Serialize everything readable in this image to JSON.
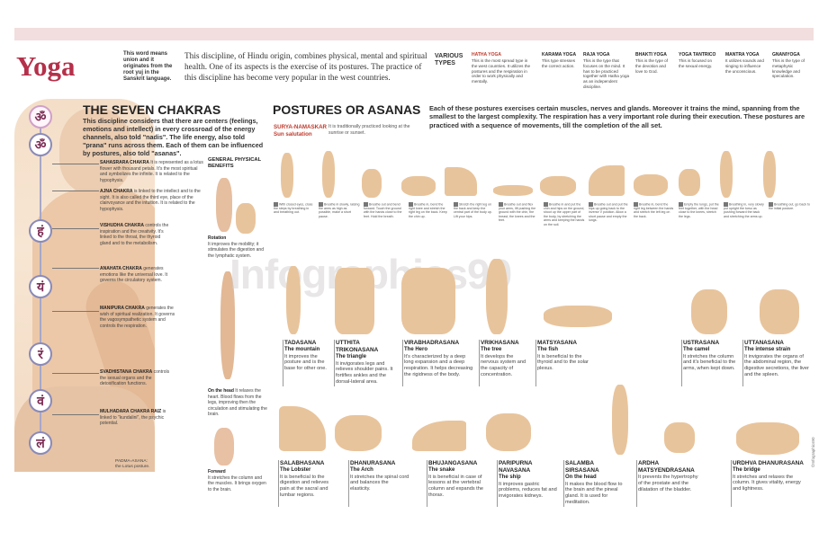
{
  "header": {
    "title": "Yoga",
    "note": "This word means union and it originates from the root yuj in the Sanskrit language.",
    "intro": "This discipline, of Hindu origin, combines physical, mental and spiritual health. One of its aspects is the exercise of its postures. The practice of this discipline has become very popular in the west countries."
  },
  "types": {
    "label": "VARIOUS TYPES",
    "items": [
      {
        "name": "HATHA YOGA",
        "desc": "This is the most spread type in the west countries. It utilizes the postures and the respiration in order to work physically and mentally."
      },
      {
        "name": "KARAMA YOGA",
        "desc": "This type stresses the correct action."
      },
      {
        "name": "RAJA YOGA",
        "desc": "This is the type that focuses on the mind. It has to be practiced together with Hatha yoga as an independent discipline."
      },
      {
        "name": "BHAKTI YOGA",
        "desc": "This is the type of the devotion and love to God."
      },
      {
        "name": "YOGA TANTRICO",
        "desc": "This is focused on the sexual energy."
      },
      {
        "name": "MANTRA YOGA",
        "desc": "It utilizes sounds and singing to influence the unconscious."
      },
      {
        "name": "GNANIYOGA",
        "desc": "This is the type of metaphysic knowledge and speculation."
      }
    ]
  },
  "chakras": {
    "heading": "THE SEVEN CHAKRAS",
    "desc": "This discipline considers that there are centers (feelings, emotions and intellect) in every crossroad of the energy channels, also told \"nadis\". The life energy, also told \"prana\" runs across them. Each of them can be influenced by postures, also told \"asanas\".",
    "items": [
      {
        "name": "SAHASRARA CHAKRA",
        "desc": "It is represented as a lotus flower with thousand petals. It's the most spiritual and symbolizes the infinite. It is related to the hypophysis."
      },
      {
        "name": "AJNA CHAKRA",
        "desc": "is linked to the intellect and to the sight. It is also called the third eye, place of the clairvoyance and the intuition. It is related to the hypophysis."
      },
      {
        "name": "VISHUDHA CHAKRA",
        "desc": "controls the inspiration and the creativity. It's linked to the throat, the thyroid gland and to the metabolism."
      },
      {
        "name": "ANAHATA CHAKRA",
        "desc": "generates emotions like the universal love. It governs the circulatory system."
      },
      {
        "name": "MANIPURA CHAKRA",
        "desc": "generates the wish of spiritual realization. It governs the vagosympathetic system and controls the respiration."
      },
      {
        "name": "SVADHISTANA CHAKRA",
        "desc": "controls the sexual organs and the detoxification functions."
      },
      {
        "name": "MULHADARA CHAKRA RAIZ",
        "desc": "is linked to \"kundalini\", the psychic potential."
      }
    ],
    "symbols": [
      "ॐ",
      "ॐ",
      "हं",
      "यं",
      "रं",
      "वं",
      "लं"
    ],
    "padma": "PADMA-ASANA: the Lotus posture."
  },
  "benefits": {
    "heading": "GENERAL PHYSICAL BENEFITS",
    "rotation": {
      "title": "Rotation",
      "desc": "It improves the mobility; it stimulates the digestion and the lymphatic system."
    },
    "on_head": {
      "title": "On the head",
      "desc": "It relaxes the heart. Blood flows from the legs, improving then the circulation and stimulating the brain."
    },
    "forward": {
      "title": "Forward",
      "desc": "It stretches the column and the muscles. It brings oxygen to the brain."
    }
  },
  "postures": {
    "heading": "POSTURES OR ASANAS",
    "desc": "Each of these postures exercises certain muscles, nerves and glands. Moreover it trains the mind, spanning from the smallest to the largest complexity. The respiration has a very important role during their execution. These postures are practiced with a sequence of movements, till the completion of the all set.",
    "surya_name": "SURYA-NAMASKAR",
    "surya_sub": "Sun salutation",
    "surya_desc": "It is traditionally practiced looking at the sunrise or sunset.",
    "sun_steps": [
      "With closed eyes, close the steps by breathing in and breathing out.",
      "Breathe in slowly, raising the arms as high as possible, make a short pause.",
      "Breathe out and bend forward. Touch the ground with the hands close to the feet. Hold the breath.",
      "Breathe in, bend the right knee and stretch the right leg on the back. Keep the chin up.",
      "Stretch the right leg on the back and keep the central part of the body up. Lift your hips.",
      "Breathe out and flex your arms, lift pushing the ground with the chin, the breast, the knees and the feet.",
      "Breathe in and put the chin and hips on the ground, shoot up the upper part of the body, by stretching the arms and keeping the hands on the soil.",
      "Breathe out and put the hips up going back to the inverse V position. Allow a short pause and empty the lungs.",
      "Breathe in, bend the right leg between the hands and stretch the left leg on the back.",
      "Empty the lungs, put the feet together, with the head close to the knees, stretch the legs.",
      "Breathing in, very slowly put upright the torso as pushing forward the back and stretching the arms up.",
      "Breathing out, go back to the initial posture."
    ],
    "row1": [
      {
        "name": "TADASANA",
        "sub": "The mountain",
        "desc": "It improves the posture and is the base for other one."
      },
      {
        "name": "UTTHITA TRIKONASANA",
        "sub": "The triangle",
        "desc": "It invigorates legs and relieves shoulder pains. It fortifies ankles and the dorsal-lateral area."
      },
      {
        "name": "VIRABHADRASANA",
        "sub": "The Hero",
        "desc": "It's characterized by a deep long expansion and a deep respiration. It helps decreasing the rigidness of the body."
      },
      {
        "name": "VRIKHASANA",
        "sub": "The tree",
        "desc": "It develops the nervous system and the capacity of concentration."
      },
      {
        "name": "MATSYASANA",
        "sub": "The fish",
        "desc": "It is beneficial to the thyroid and to the solar plexus."
      },
      {
        "name": "USTRASANA",
        "sub": "The camel",
        "desc": "It stretches the column and it's beneficial to the arms, when kept down."
      },
      {
        "name": "UTTANASANA",
        "sub": "The intense strain",
        "desc": "It invigorates the organs of the abdominal region, the digestive secretions, the liver and the spleen."
      }
    ],
    "row2": [
      {
        "name": "SALABHASANA",
        "sub": "The Lobster",
        "desc": "It is beneficial to the digestion and relieves pain at the sacral and lumbar regions."
      },
      {
        "name": "DHANURASANA",
        "sub": "The Arch",
        "desc": "It stretches the spinal cord and balances the elasticity."
      },
      {
        "name": "BHUJANGASANA",
        "sub": "The snake",
        "desc": "It is beneficial in case of lessons at the vertebral column and expands the thorax."
      },
      {
        "name": "PARIPURNA NAVASANA",
        "sub": "The ship",
        "desc": "It improves gastric problems, reduces fat and invigorates kidneys."
      },
      {
        "name": "SALAMBA SIRSASANA",
        "sub": "On the head",
        "desc": "It makes the blood flow to the brain and the pineal gland. It is used for meditation."
      },
      {
        "name": "ARDHA MATSYENDRASANA",
        "sub": "",
        "desc": "It prevents the hypertrophy of the prostate and the dilatation of the bladder."
      },
      {
        "name": "URDHVA DHANURASANA",
        "sub": "The bridge",
        "desc": "It stretches and relaxes the column. It gives vitality, energy and lightness."
      }
    ]
  },
  "watermark": "Infographics90",
  "credit": "©Infographics90",
  "colors": {
    "title": "#b5304a",
    "accent": "#c0392b",
    "skin": "#e8c49c",
    "band": "#f2dede"
  }
}
